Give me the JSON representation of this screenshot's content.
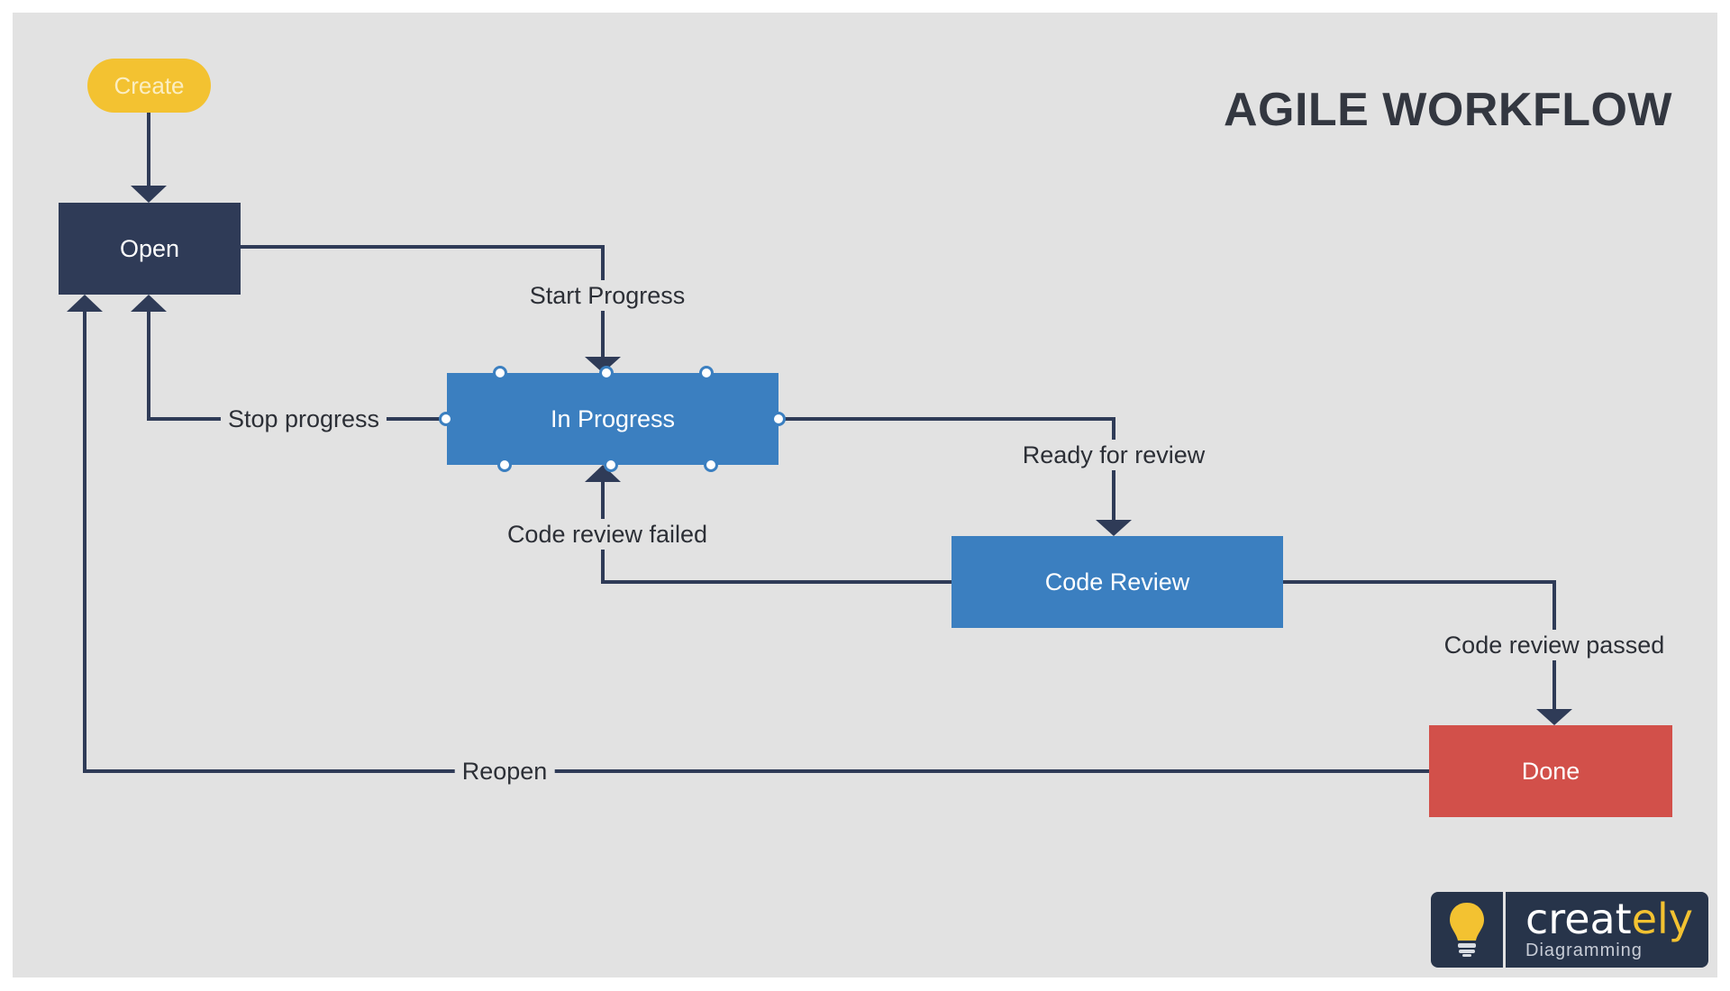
{
  "title": "AGILE WORKFLOW",
  "nodes": {
    "create": "Create",
    "open": "Open",
    "in_progress": "In Progress",
    "code_review": "Code Review",
    "done": "Done"
  },
  "edges": {
    "start_progress": "Start Progress",
    "stop_progress": "Stop progress",
    "ready_for_review": "Ready for review",
    "code_review_failed": "Code review failed",
    "code_review_passed": "Code review passed",
    "reopen": "Reopen"
  },
  "logo": {
    "name_main": "creat",
    "name_accent": "ely",
    "sub": "Diagramming"
  },
  "colors": {
    "background": "#e2e2e2",
    "create": "#f3c231",
    "open": "#2f3b57",
    "in_progress": "#3b7fc0",
    "code_review": "#3b7fc0",
    "done": "#d2504a",
    "connector": "#2f3b57"
  }
}
